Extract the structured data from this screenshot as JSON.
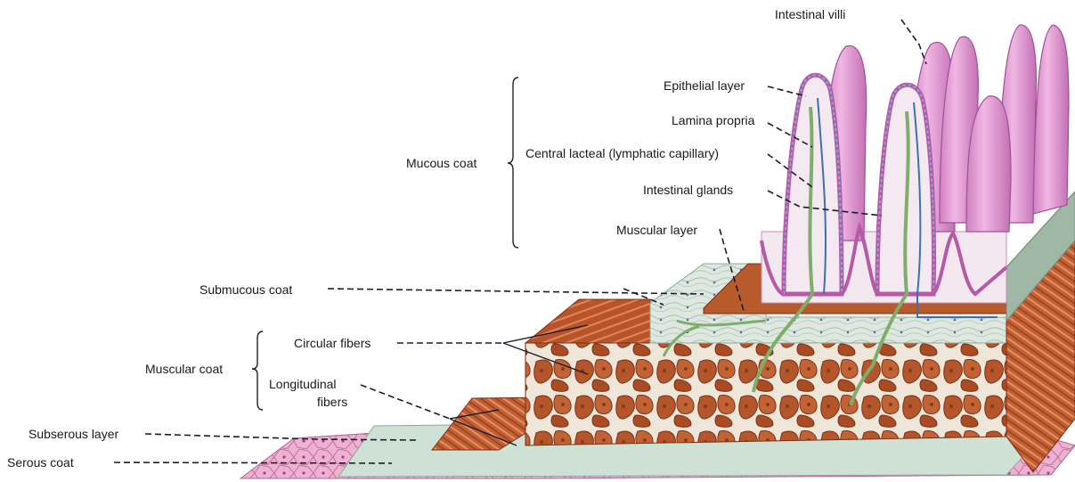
{
  "labels": {
    "intestinal_villi": "Intestinal villi",
    "epithelial_layer": "Epithelial layer",
    "lamina_propria": "Lamina propria",
    "central_lacteal": "Central lacteal (lymphatic capillary)",
    "intestinal_glands": "Intestinal glands",
    "muscular_layer": "Muscular layer",
    "mucous_coat": "Mucous coat",
    "submucous_coat": "Submucous coat",
    "circular_fibers": "Circular fibers",
    "muscular_coat": "Muscular coat",
    "longitudinal_fibers_1": "Longitudinal",
    "longitudinal_fibers_2": "fibers",
    "subserous_layer": "Subserous layer",
    "serous_coat": "Serous coat"
  },
  "colors": {
    "villus_pink": "#e9a5d8",
    "villus_dark": "#b65aa6",
    "muscle_brown": "#b7552a",
    "muscle_light": "#d9805a",
    "submucosa": "#c9d8cf",
    "serosa_pink": "#e7a8c9",
    "lacteal_green": "#7fae6a",
    "vessel_blue": "#3f6fb3",
    "epithelium_blue": "#7fb0d8"
  }
}
